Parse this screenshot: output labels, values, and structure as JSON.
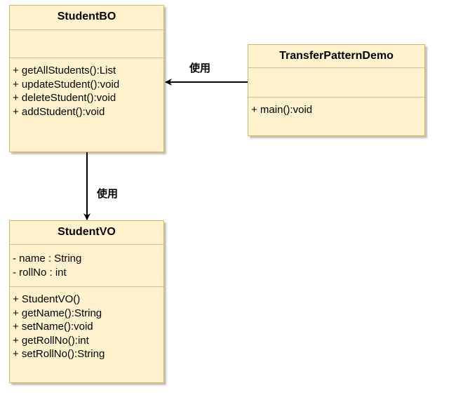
{
  "classes": {
    "studentbo": {
      "name": "StudentBO",
      "attributes": [],
      "methods": [
        "+ getAllStudents():List",
        "+ updateStudent():void",
        "+ deleteStudent():void",
        "+ addStudent():void"
      ]
    },
    "transferpatterndemo": {
      "name": "TransferPatternDemo",
      "attributes": [],
      "methods": [
        "+ main():void"
      ]
    },
    "studentvo": {
      "name": "StudentVO",
      "attributes": [
        "- name : String",
        "- rollNo : int"
      ],
      "methods": [
        "+ StudentVO()",
        "+ getName():String",
        "+ setName():void",
        "+ getRollNo():int",
        "+ setRollNo():String"
      ]
    }
  },
  "relations": [
    {
      "from": "TransferPatternDemo",
      "to": "StudentBO",
      "label": "使用"
    },
    {
      "from": "StudentBO",
      "to": "StudentVO",
      "label": "使用"
    }
  ],
  "colors": {
    "class_fill": "#fff2cc",
    "class_border": "#d6b656",
    "compartment_divider": "#c9c0a8",
    "connector": "#000000"
  }
}
